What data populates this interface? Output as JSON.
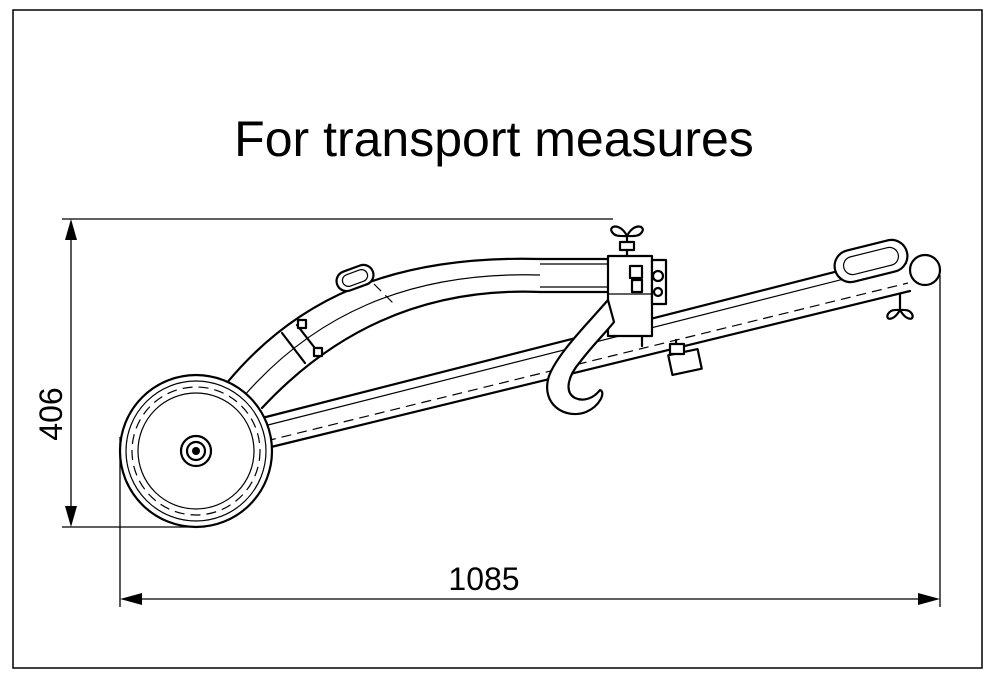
{
  "title": "For transport measures",
  "dimensions": {
    "height": "406",
    "length": "1085"
  }
}
